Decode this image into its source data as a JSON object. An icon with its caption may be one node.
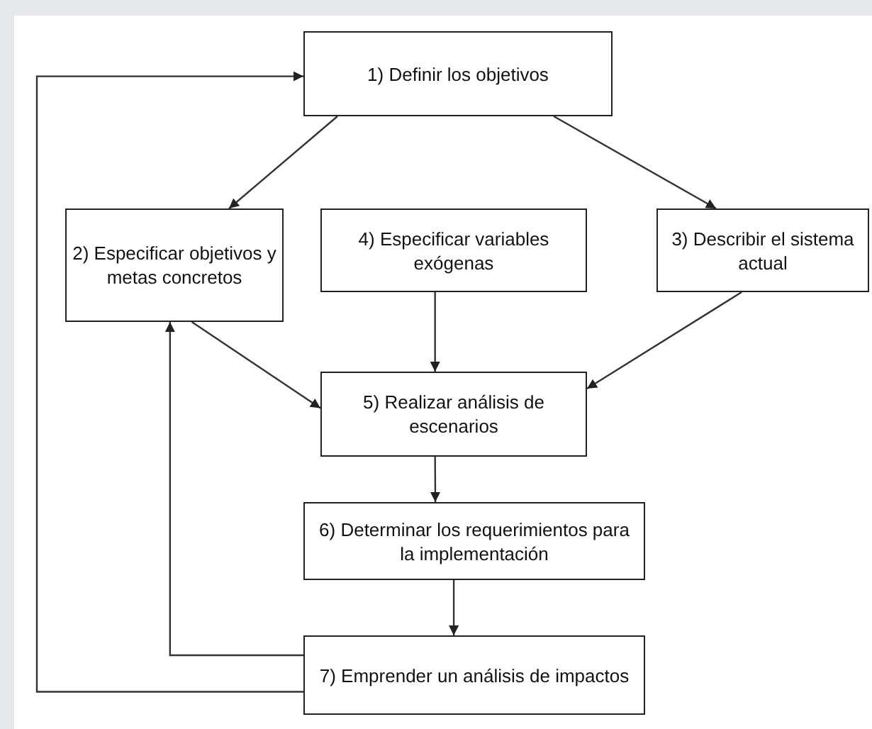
{
  "diagram": {
    "nodes": [
      {
        "text": [
          "1) Definir los objetivos"
        ]
      },
      {
        "text": [
          "2) Especificar objetivos y metas concretos"
        ]
      },
      {
        "text": [
          "4) Especificar variables exógenas"
        ]
      },
      {
        "text": [
          "3) Describir el sistema actual"
        ]
      },
      {
        "text": [
          "5) Realizar análisis de escenarios"
        ]
      },
      {
        "text": [
          "6) Determinar los requerimientos para la implementación"
        ]
      },
      {
        "text": [
          "7) Emprender un análisis de impactos"
        ]
      }
    ],
    "edges": [
      {
        "from": 0,
        "to": 1,
        "arrow": "to"
      },
      {
        "from": 0,
        "to": 3,
        "arrow": "to"
      },
      {
        "from": 1,
        "to": 4,
        "arrow": "to"
      },
      {
        "from": 2,
        "to": 4,
        "arrow": "to"
      },
      {
        "from": 3,
        "to": 4,
        "arrow": "to"
      },
      {
        "from": 4,
        "to": 5,
        "arrow": "to"
      },
      {
        "from": 5,
        "to": 6,
        "arrow": "to"
      },
      {
        "from": 6,
        "to": 1,
        "arrow": "to"
      },
      {
        "from": 6,
        "to": 0,
        "arrow": "to"
      }
    ]
  }
}
